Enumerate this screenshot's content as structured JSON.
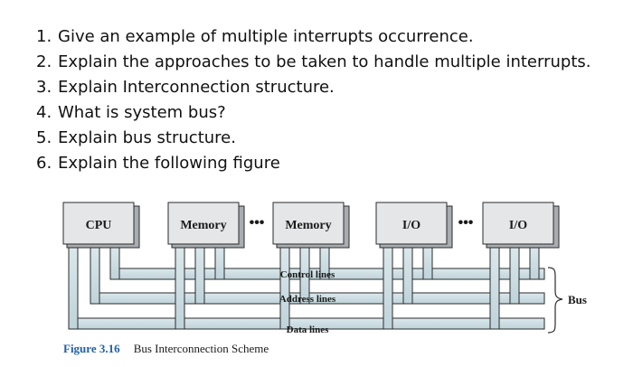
{
  "questions": [
    {
      "num": "1.",
      "text": "Give an example of multiple interrupts occurrence."
    },
    {
      "num": "2.",
      "text": "Explain the approaches to be taken to handle multiple interrupts."
    },
    {
      "num": "3.",
      "text": "Explain Interconnection structure."
    },
    {
      "num": "4.",
      "text": "What is system bus?"
    },
    {
      "num": "5.",
      "text": "Explain bus structure."
    },
    {
      "num": "6.",
      "text": "Explain the following figure"
    }
  ],
  "figure": {
    "modules": [
      "CPU",
      "Memory",
      "Memory",
      "I/O",
      "I/O"
    ],
    "ellipsis": [
      "•••",
      "•••"
    ],
    "bus_lines": {
      "control": "Control lines",
      "address": "Address lines",
      "data": "Data lines"
    },
    "bus_label": "Bus",
    "caption_number": "Figure 3.16",
    "caption_text": "Bus Interconnection Scheme",
    "colors": {
      "box_fill": "#e4e6e8",
      "box_shadow": "#a9adb1",
      "bus_fill": "#cfe0e6",
      "stroke": "#2b2b2b",
      "caption_accent": "#1f5fa8"
    }
  }
}
